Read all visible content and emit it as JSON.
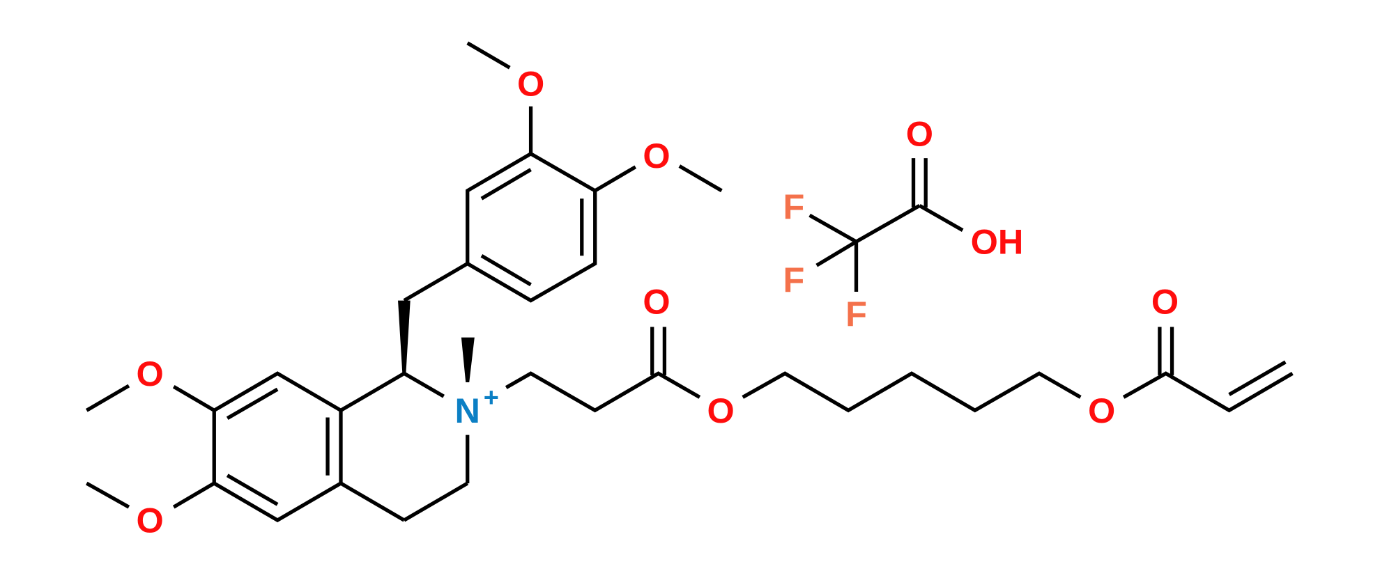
{
  "molecule": {
    "description_labels": {
      "oxygen": "O",
      "nitrogen": "N",
      "charge": "+",
      "fluorine": "F",
      "hydroxyl": "OH"
    },
    "colors": {
      "oxygen": "#ff0d0d",
      "nitrogen": "#0b7fc4",
      "fluorine": "#f4714b",
      "bond": "#000000"
    }
  }
}
